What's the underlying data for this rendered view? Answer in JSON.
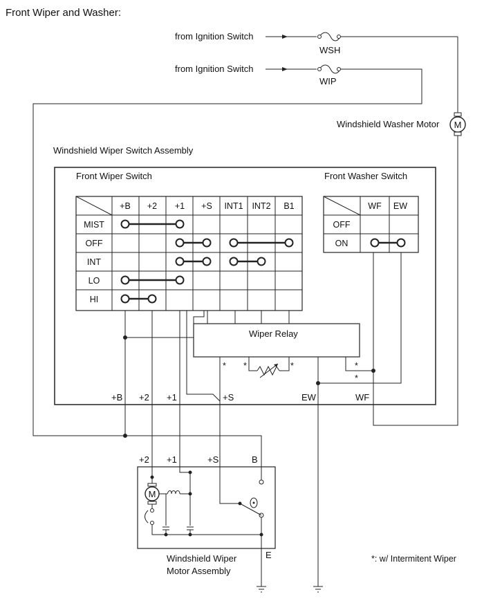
{
  "title": "Front Wiper and Washer:",
  "supply": {
    "wsh_source": "from Ignition Switch",
    "wsh_fuse": "WSH",
    "wip_source": "from Ignition Switch",
    "wip_fuse": "WIP"
  },
  "washer_motor": {
    "label": "Windshield Washer Motor",
    "symbol": "M"
  },
  "switch_assembly": {
    "label": "Windshield Wiper Switch Assembly",
    "front_wiper_switch": {
      "label": "Front Wiper Switch",
      "columns": [
        "+B",
        "+2",
        "+1",
        "+S",
        "INT1",
        "INT2",
        "B1"
      ],
      "rows": [
        "MIST",
        "OFF",
        "INT",
        "LO",
        "HI"
      ]
    },
    "front_washer_switch": {
      "label": "Front Washer Switch",
      "columns": [
        "WF",
        "EW"
      ],
      "rows": [
        "OFF",
        "ON"
      ]
    },
    "relay": "Wiper Relay",
    "terminals": [
      "+B",
      "+2",
      "+1",
      "+S",
      "EW",
      "WF"
    ],
    "asterisk": "*"
  },
  "motor_assembly": {
    "label_line1": "Windshield Wiper",
    "label_line2": "Motor Assembly",
    "terminals": [
      "+2",
      "+1",
      "+S",
      "B"
    ],
    "ground_terminal": "E",
    "symbol": "M"
  },
  "footnote": "*: w/ Intermitent Wiper"
}
